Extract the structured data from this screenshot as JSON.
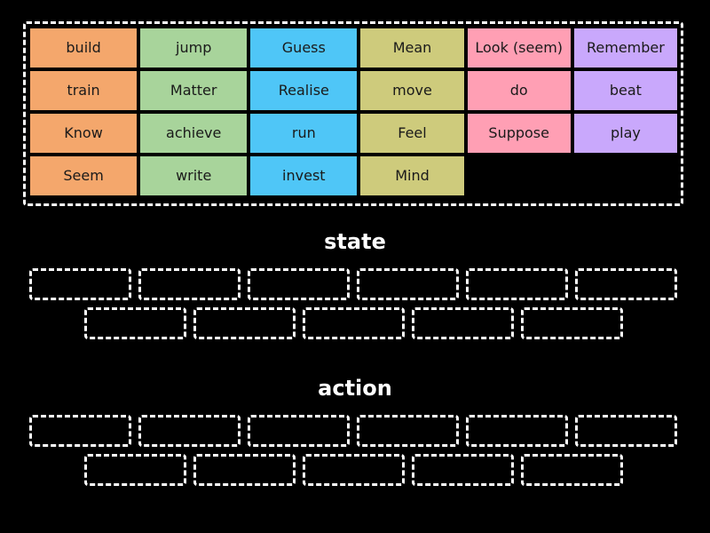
{
  "page": {
    "background_color": "#000000",
    "text_color": "#ffffff"
  },
  "word_bank": {
    "name": "word-bank",
    "border_style": "dashed-white",
    "columns": [
      {
        "color": "#F4A76C",
        "color_name": "orange",
        "tiles": [
          {
            "label": "build"
          },
          {
            "label": "train"
          },
          {
            "label": "Know"
          },
          {
            "label": "Seem"
          }
        ]
      },
      {
        "color": "#A8D49B",
        "color_name": "green",
        "tiles": [
          {
            "label": "jump"
          },
          {
            "label": "Matter"
          },
          {
            "label": "achieve"
          },
          {
            "label": "write"
          }
        ]
      },
      {
        "color": "#4FC6F7",
        "color_name": "blue",
        "tiles": [
          {
            "label": "Guess"
          },
          {
            "label": "Realise"
          },
          {
            "label": "run"
          },
          {
            "label": "invest"
          }
        ]
      },
      {
        "color": "#CECB7C",
        "color_name": "olive",
        "tiles": [
          {
            "label": "Mean"
          },
          {
            "label": "move"
          },
          {
            "label": "Feel"
          },
          {
            "label": "Mind"
          }
        ]
      },
      {
        "color": "#FF9FB4",
        "color_name": "pink",
        "tiles": [
          {
            "label": "Look (seem)"
          },
          {
            "label": "do"
          },
          {
            "label": "Suppose"
          }
        ]
      },
      {
        "color": "#C9A8FC",
        "color_name": "purple",
        "tiles": [
          {
            "label": "Remember"
          },
          {
            "label": "beat"
          },
          {
            "label": "play"
          }
        ]
      }
    ]
  },
  "categories": [
    {
      "title": "state",
      "rows": [
        {
          "slots": [
            "",
            "",
            "",
            "",
            "",
            ""
          ]
        },
        {
          "slots": [
            "",
            "",
            "",
            "",
            ""
          ]
        }
      ]
    },
    {
      "title": "action",
      "rows": [
        {
          "slots": [
            "",
            "",
            "",
            "",
            "",
            ""
          ]
        },
        {
          "slots": [
            "",
            "",
            "",
            "",
            ""
          ]
        }
      ]
    }
  ]
}
